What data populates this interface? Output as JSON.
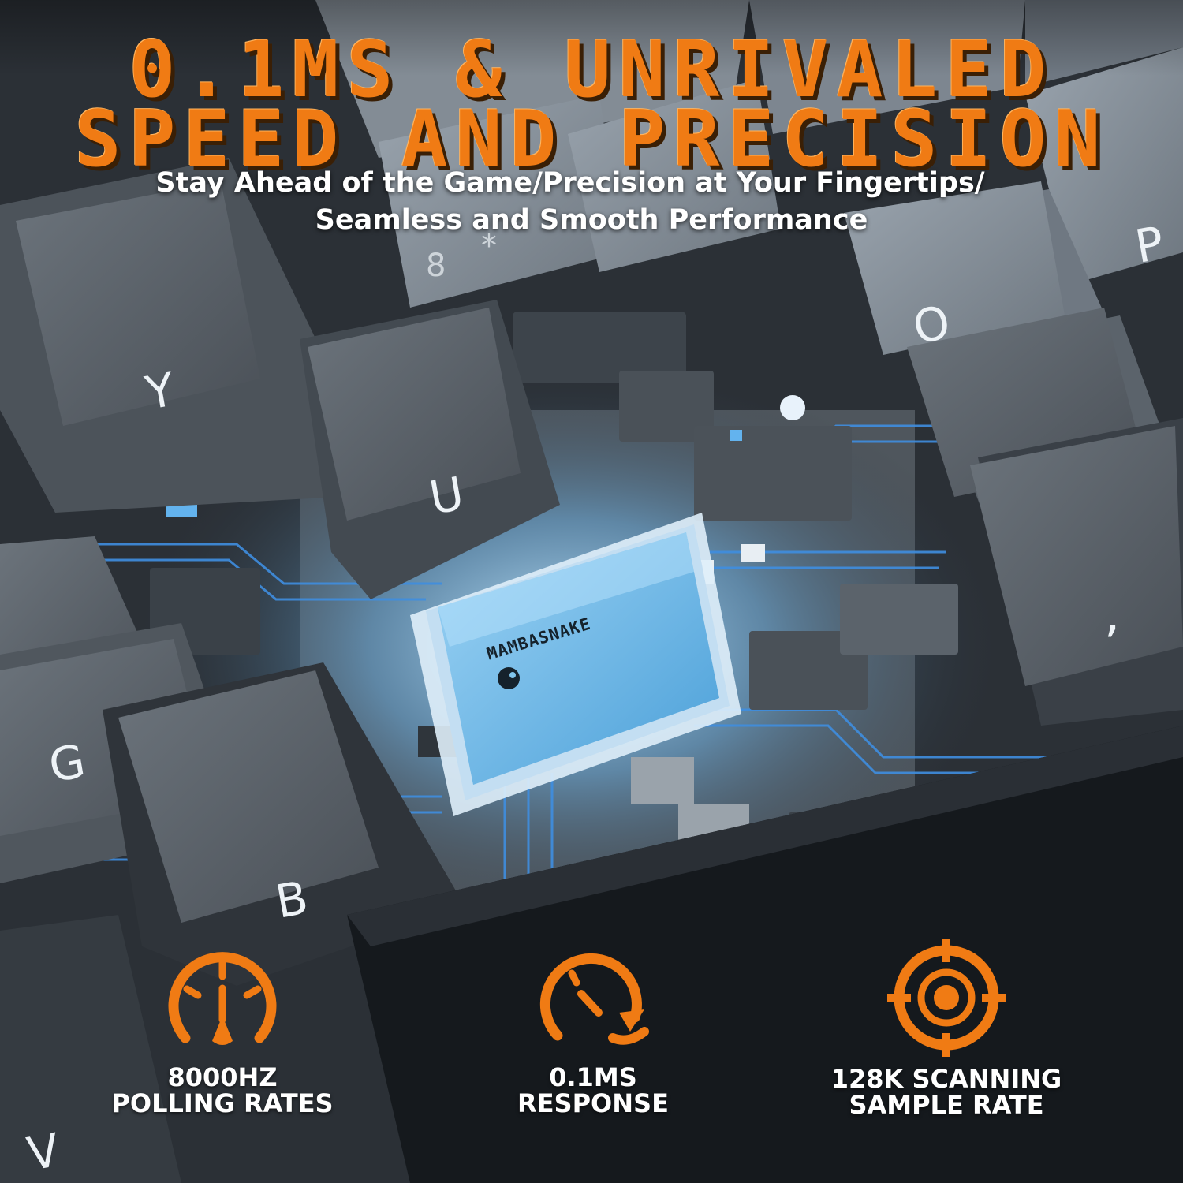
{
  "headline": {
    "line1": "0.1MS & UNRIVALED",
    "line2": "SPEED AND PRECISION"
  },
  "subheadline": {
    "line1": "Stay Ahead of the Game/Precision at Your Fingertips/",
    "line2": "Seamless and Smooth Performance"
  },
  "chip": {
    "brand": "MAMBASNAKE"
  },
  "keycaps": {
    "y": "Y",
    "u": "U",
    "o": "O",
    "p": "P",
    "g": "G",
    "b": "B",
    "v": "V",
    "eight": "8",
    "star": "*",
    "comma": ","
  },
  "features": [
    {
      "icon": "speedometer-icon",
      "line1": "8000HZ",
      "line2": "POLLING RATES"
    },
    {
      "icon": "stopwatch-refresh-icon",
      "line1": "0.1MS",
      "line2": "RESPONSE"
    },
    {
      "icon": "crosshair-target-icon",
      "line1": "128K SCANNING",
      "line2": "SAMPLE RATE"
    }
  ],
  "colors": {
    "accent_orange": "#f07b14",
    "chip_blue": "#7fc3ea",
    "trace_blue": "#3f8ee0",
    "keycap_gray": "#5b636b"
  }
}
